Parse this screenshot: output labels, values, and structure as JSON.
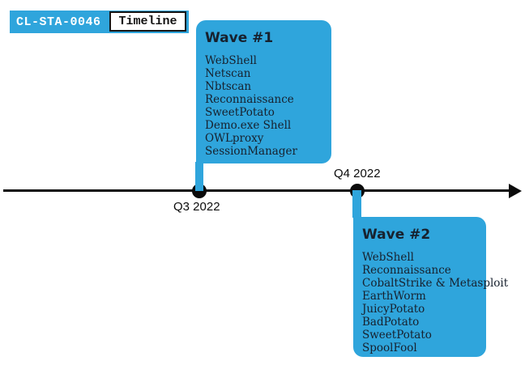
{
  "header": {
    "cluster_id": "CL-STA-0046",
    "title": "Timeline"
  },
  "timeline": {
    "events": [
      {
        "label": "Q3 2022",
        "wave": {
          "title": "Wave #1",
          "tools": [
            "WebShell",
            "Netscan",
            "Nbtscan",
            "Reconnaissance",
            "SweetPotato",
            "Demo.exe Shell",
            "OWLproxy",
            "SessionManager"
          ]
        }
      },
      {
        "label": "Q4 2022",
        "wave": {
          "title": "Wave #2",
          "tools": [
            "WebShell",
            "Reconnaissance",
            "CobaltStrike & Metasploit",
            "EarthWorm",
            "JuicyPotato",
            "BadPotato",
            "SweetPotato",
            "SpoolFool"
          ]
        }
      }
    ]
  },
  "colors": {
    "accent_blue": "#2FA5DC",
    "text_dark": "#17212E",
    "axis_black": "#0B0B0B",
    "chip_bg": "#FFFFFF"
  }
}
